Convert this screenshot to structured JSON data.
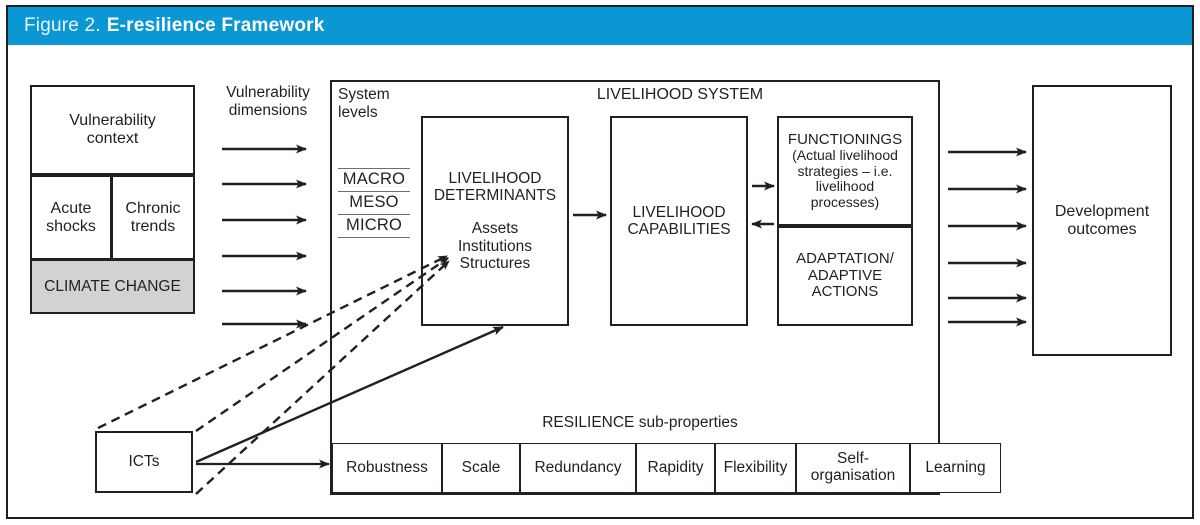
{
  "figure": {
    "number": "Figure 2.",
    "title": "E-resilience Framework",
    "header_color": "#0b96d4",
    "header_text_color": "#ffffff",
    "ink_color": "#231f20",
    "climate_box_fill": "#d2d2d2"
  },
  "vulnerability": {
    "context_label": "Vulnerability\ncontext",
    "context_line1": "Vulnerability",
    "context_line2": "context",
    "acute_shocks_line1": "Acute",
    "acute_shocks_line2": "shocks",
    "chronic_trends_line1": "Chronic",
    "chronic_trends_line2": "trends",
    "climate_change": "CLIMATE CHANGE",
    "dimensions_line1": "Vulnerability",
    "dimensions_line2": "dimensions",
    "arrow_count": 6
  },
  "system_levels": {
    "caption_line1": "System",
    "caption_line2": "levels",
    "levels": [
      "MACRO",
      "MESO",
      "MICRO"
    ]
  },
  "livelihood_system": {
    "title": "LIVELIHOOD SYSTEM",
    "determinants": {
      "title_line1": "LIVELIHOOD",
      "title_line2": "DETERMINANTS",
      "items": [
        "Assets",
        "Institutions",
        "Structures"
      ]
    },
    "capabilities": {
      "title_line1": "LIVELIHOOD",
      "title_line2": "CAPABILITIES"
    },
    "functionings": {
      "heading": "FUNCTIONINGS",
      "detail_line1": "(Actual livelihood",
      "detail_line2": "strategies – i.e.",
      "detail_line3": "livelihood",
      "detail_line4": "processes)"
    },
    "adaptation": {
      "line1": "ADAPTATION/",
      "line2": "ADAPTIVE",
      "line3": "ACTIONS"
    }
  },
  "resilience": {
    "section_label": "RESILIENCE sub-properties",
    "sub_properties": [
      {
        "label": "Robustness",
        "width": 110
      },
      {
        "label": "Scale",
        "width": 78
      },
      {
        "label": "Redundancy",
        "width": 116
      },
      {
        "label": "Rapidity",
        "width": 79
      },
      {
        "label": "Flexibility",
        "width": 81
      },
      {
        "label": "Self-\norganisation",
        "width": 114,
        "line1": "Self-",
        "line2": "organisation"
      },
      {
        "label": "Learning",
        "width": 91
      }
    ]
  },
  "icts": {
    "label": "ICTs"
  },
  "outcomes": {
    "line1": "Development",
    "line2": "outcomes",
    "arrow_count": 6
  }
}
